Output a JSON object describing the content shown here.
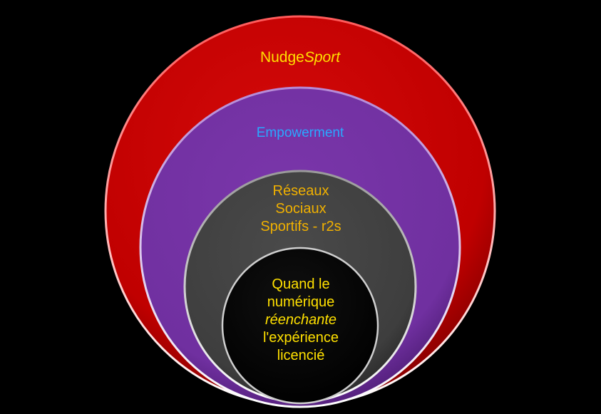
{
  "diagram": {
    "circles": [
      {
        "name": "outer",
        "title_plain": "Nudge",
        "title_italic": "Sport",
        "fill": "#c00000",
        "text_color": "#ffe000"
      },
      {
        "name": "second",
        "title": "Empowerment",
        "fill": "#7030a0",
        "text_color": "#2aa8ff"
      },
      {
        "name": "third",
        "lines": [
          "Réseaux",
          "Sociaux",
          "Sportifs - r2s"
        ],
        "fill": "#404040",
        "text_color": "#f0b000"
      },
      {
        "name": "inner",
        "line1": "Quand le",
        "line2": "numérique",
        "line3_italic": "réenchante",
        "line4": "l'expérience",
        "line5": "licencié",
        "fill": "#000000",
        "text_color": "#ffe000"
      }
    ],
    "background": "#000000"
  }
}
